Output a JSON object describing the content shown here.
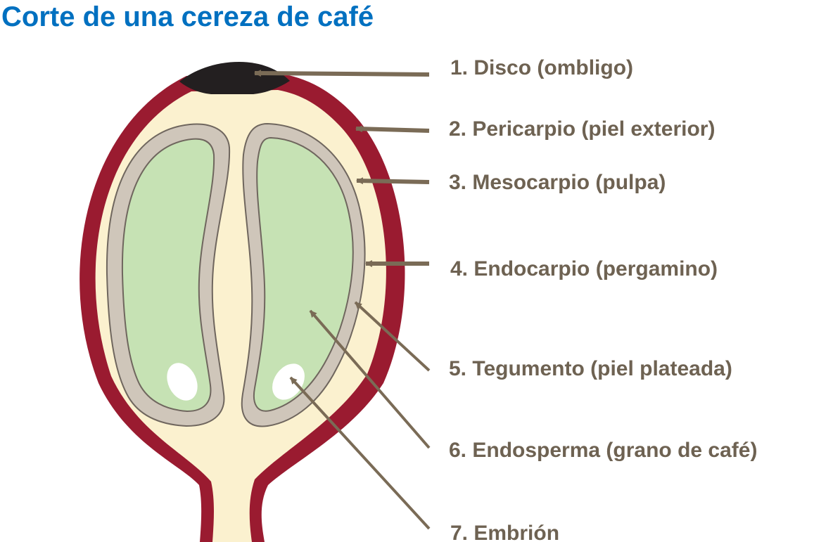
{
  "title": "Corte de una cereza de café",
  "colors": {
    "title": "#0070C0",
    "label": "#6E6252",
    "arrow": "#7A6B56",
    "pericarp": "#9A1B30",
    "pulp": "#FBF1CF",
    "parchment": "#CFC6BA",
    "parchment_outline": "#6F665E",
    "bean": "#C6E2B4",
    "disc": "#231F20",
    "embryo": "#FFFFFF"
  },
  "labels": [
    {
      "id": "disco",
      "text": "1. Disco (ombligo)"
    },
    {
      "id": "pericarpio",
      "text": "2. Pericarpio (piel exterior)"
    },
    {
      "id": "mesocarpio",
      "text": "3. Mesocarpio (pulpa)"
    },
    {
      "id": "endocarpio",
      "text": "4. Endocarpio (pergamino)"
    },
    {
      "id": "tegumento",
      "text": "5. Tegumento (piel plateada)"
    },
    {
      "id": "endosperma",
      "text": "6. Endosperma (grano de café)"
    },
    {
      "id": "embrion",
      "text": "7. Embrión"
    }
  ]
}
